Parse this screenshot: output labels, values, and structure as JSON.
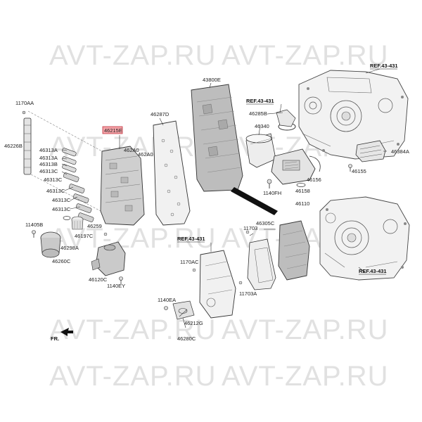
{
  "watermark": {
    "text": "AVT-ZAP.RU",
    "color": "#c9c9c9"
  },
  "highlight_color": "#f5a3a8",
  "orientation_label": "FR.",
  "labels": [
    {
      "id": "1170AA",
      "text": "1170AA"
    },
    {
      "id": "46226B",
      "text": "46226B"
    },
    {
      "id": "46215E",
      "text": "46215E",
      "highlighted": true
    },
    {
      "id": "46313A-1",
      "text": "46313A"
    },
    {
      "id": "46313A-2",
      "text": "46313A"
    },
    {
      "id": "46313B",
      "text": "46313B"
    },
    {
      "id": "46313C-1",
      "text": "46313C"
    },
    {
      "id": "46313C-2",
      "text": "46313C"
    },
    {
      "id": "46313C-3",
      "text": "46313C"
    },
    {
      "id": "46313C-4",
      "text": "46313C"
    },
    {
      "id": "46313C-5",
      "text": "46313C"
    },
    {
      "id": "462A0-1",
      "text": "462A0"
    },
    {
      "id": "462A0-2",
      "text": "462A0"
    },
    {
      "id": "46287D",
      "text": "46287D"
    },
    {
      "id": "43800E",
      "text": "43800E"
    },
    {
      "id": "ref-top-center",
      "text": "REF.43-431"
    },
    {
      "id": "ref-top-right",
      "text": "REF.43-431"
    },
    {
      "id": "ref-bottom-center",
      "text": "REF.43-431"
    },
    {
      "id": "ref-bottom-right",
      "text": "REF.43-431"
    },
    {
      "id": "46285B",
      "text": "46285B"
    },
    {
      "id": "46340",
      "text": "46340"
    },
    {
      "id": "46384A",
      "text": "46384A"
    },
    {
      "id": "46155",
      "text": "46155"
    },
    {
      "id": "46156",
      "text": "46156"
    },
    {
      "id": "46158",
      "text": "46158"
    },
    {
      "id": "1140FH",
      "text": "1140FH"
    },
    {
      "id": "46110",
      "text": "46110"
    },
    {
      "id": "11405B",
      "text": "11405B"
    },
    {
      "id": "46259",
      "text": "46259"
    },
    {
      "id": "46197C",
      "text": "46197C"
    },
    {
      "id": "46298A",
      "text": "46298A"
    },
    {
      "id": "46260C",
      "text": "46260C"
    },
    {
      "id": "46120C",
      "text": "46120C"
    },
    {
      "id": "1140EY",
      "text": "1140EY"
    },
    {
      "id": "11703",
      "text": "11703"
    },
    {
      "id": "46305C",
      "text": "46305C"
    },
    {
      "id": "1170AC",
      "text": "1170AC"
    },
    {
      "id": "11703A",
      "text": "11703A"
    },
    {
      "id": "1140EA",
      "text": "1140EA"
    },
    {
      "id": "46212G",
      "text": "46212G"
    },
    {
      "id": "46280C",
      "text": "46280C"
    }
  ]
}
